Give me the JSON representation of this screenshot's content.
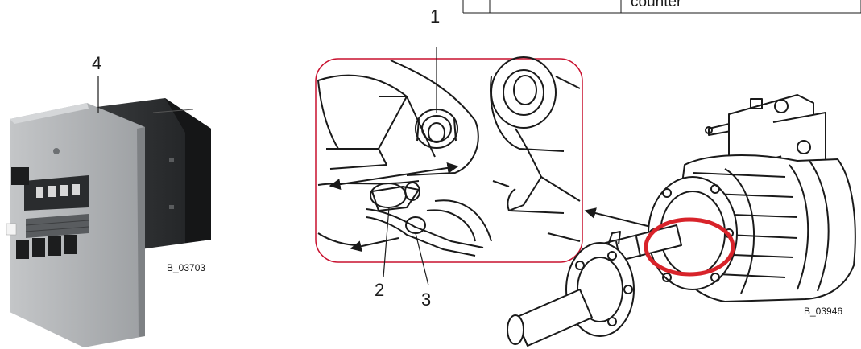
{
  "top_table": {
    "cell_text": "counter"
  },
  "callouts": {
    "c1": "1",
    "c2": "2",
    "c3": "3",
    "c4": "4"
  },
  "image_codes": {
    "left": "B_03703",
    "right": "B_03946"
  },
  "colors": {
    "highlight": "#d8232a",
    "detail_border": "#c8102e",
    "line": "#1a1a1a",
    "counter_panel": "#a9acaf",
    "counter_body": "#2d2f31"
  }
}
